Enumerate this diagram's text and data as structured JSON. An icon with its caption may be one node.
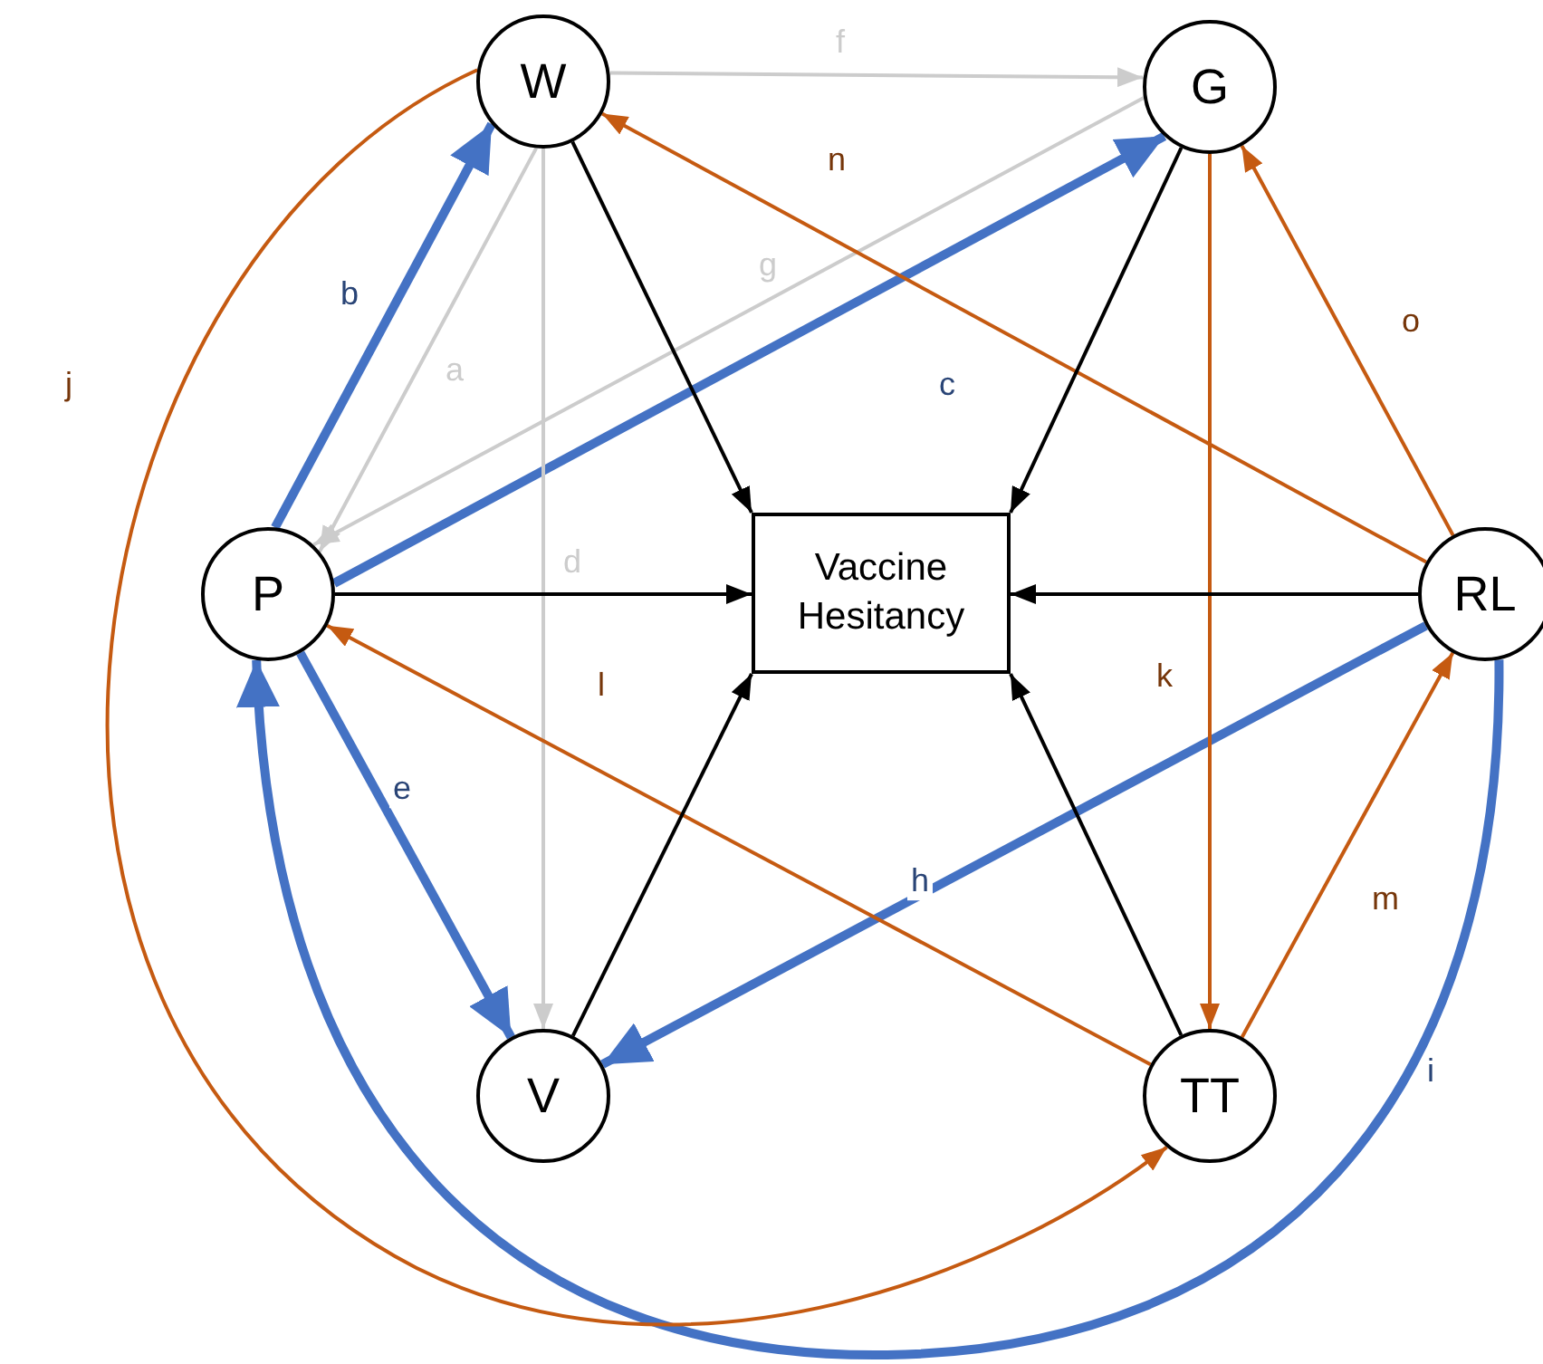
{
  "diagram": {
    "nodes": [
      {
        "text": [
          "W"
        ]
      },
      {
        "text": [
          "G"
        ]
      },
      {
        "text": [
          "P"
        ]
      },
      {
        "text": [
          "Vaccine Hesitancy"
        ]
      },
      {
        "text": [
          "RL"
        ]
      },
      {
        "text": [
          "V"
        ]
      },
      {
        "text": [
          "TT"
        ]
      }
    ],
    "edges": [
      {
        "from": 0,
        "to": 2,
        "arrow": "to",
        "label": "a",
        "color": "#cccccc"
      },
      {
        "from": 2,
        "to": 0,
        "arrow": "to",
        "label": "b",
        "style": "thick",
        "color": "#4472c4"
      },
      {
        "from": 2,
        "to": 1,
        "arrow": "to",
        "label": "c",
        "style": "thick",
        "color": "#4472c4"
      },
      {
        "from": 0,
        "to": 5,
        "arrow": "to",
        "label": "d",
        "color": "#cccccc"
      },
      {
        "from": 2,
        "to": 5,
        "arrow": "to",
        "label": "e",
        "style": "thick",
        "color": "#4472c4"
      },
      {
        "from": 0,
        "to": 1,
        "arrow": "to",
        "label": "f",
        "color": "#cccccc"
      },
      {
        "from": 1,
        "to": 2,
        "arrow": "to",
        "label": "g",
        "color": "#cccccc"
      },
      {
        "from": 4,
        "to": 5,
        "arrow": "to",
        "label": "h",
        "style": "thick",
        "color": "#4472c4"
      },
      {
        "from": 4,
        "to": 2,
        "arrow": "to",
        "label": "i",
        "style": "thick",
        "color": "#4472c4"
      },
      {
        "from": 0,
        "to": 6,
        "arrow": "to",
        "label": "j",
        "color": "#c55a11"
      },
      {
        "from": 1,
        "to": 6,
        "arrow": "to",
        "label": "k",
        "color": "#c55a11"
      },
      {
        "from": 6,
        "to": 2,
        "arrow": "to",
        "label": "l",
        "color": "#c55a11"
      },
      {
        "from": 6,
        "to": 4,
        "arrow": "to",
        "label": "m",
        "color": "#c55a11"
      },
      {
        "from": 4,
        "to": 0,
        "arrow": "to",
        "label": "n",
        "color": "#c55a11"
      },
      {
        "from": 4,
        "to": 1,
        "arrow": "to",
        "label": "o",
        "color": "#c55a11"
      },
      {
        "from": 0,
        "to": 3,
        "arrow": "to",
        "color": "#000000"
      },
      {
        "from": 1,
        "to": 3,
        "arrow": "to",
        "color": "#000000"
      },
      {
        "from": 2,
        "to": 3,
        "arrow": "to",
        "color": "#000000"
      },
      {
        "from": 4,
        "to": 3,
        "arrow": "to",
        "color": "#000000"
      },
      {
        "from": 5,
        "to": 3,
        "arrow": "to",
        "color": "#000000"
      },
      {
        "from": 6,
        "to": 3,
        "arrow": "to",
        "color": "#000000"
      }
    ]
  }
}
